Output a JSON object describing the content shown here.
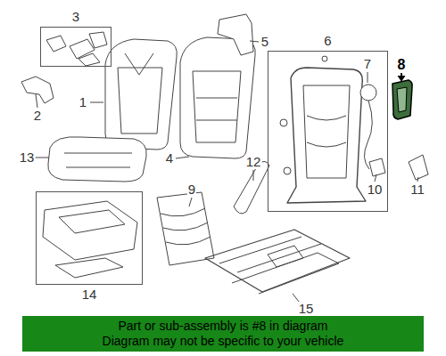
{
  "diagram": {
    "nodes": [
      {
        "text": [
          "3"
        ]
      },
      {
        "text": [
          "6"
        ]
      },
      {
        "text": [
          "14"
        ]
      },
      {
        "text": [
          "Part or sub-assembly is #8 in diagram",
          "Diagram may not be specific to your vehicle"
        ]
      }
    ],
    "labels": [
      "1",
      "2",
      "4",
      "5",
      "7",
      "8",
      "9",
      "10",
      "11",
      "12",
      "13",
      "15"
    ]
  }
}
